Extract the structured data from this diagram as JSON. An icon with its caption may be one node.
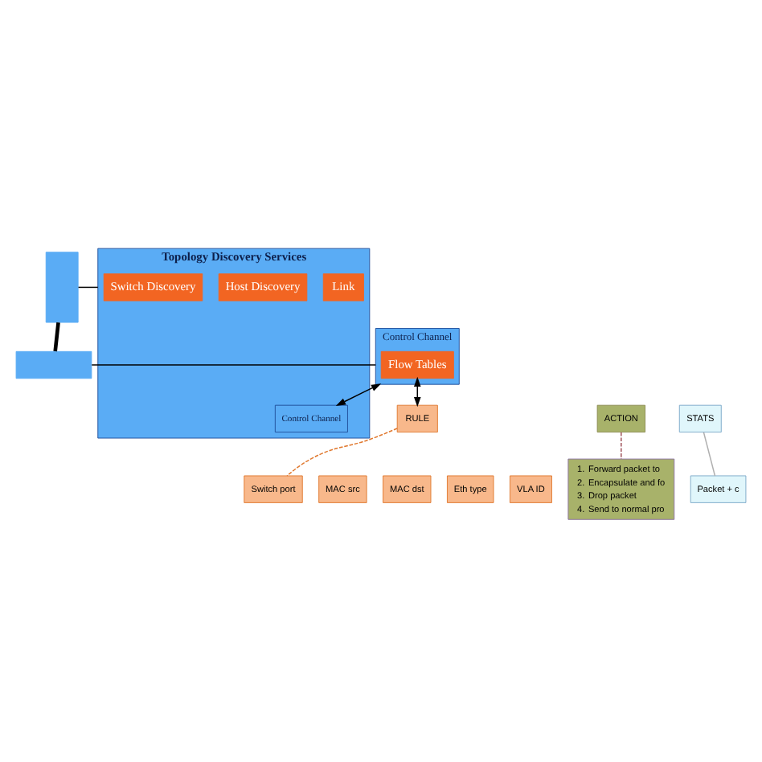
{
  "diagram": {
    "nodes": [
      {
        "text": [],
        "shape": "box"
      },
      {
        "text": [
          "Topology Discovery Services"
        ]
      },
      {
        "text": [
          "Switch Discovery"
        ],
        "in": 1
      },
      {
        "text": [
          "Host Discovery"
        ],
        "in": 1
      },
      {
        "text": [
          "Link"
        ],
        "in": 1
      },
      {
        "text": [
          "Control Channel"
        ],
        "in": 1
      },
      {
        "text": [],
        "shape": "box"
      },
      {
        "text": [
          "Control Channel"
        ]
      },
      {
        "text": [
          "Flow Tables"
        ],
        "in": 7
      },
      {
        "text": [
          "RULE"
        ]
      },
      {
        "text": [
          "ACTION"
        ]
      },
      {
        "text": [
          "STATS"
        ]
      },
      {
        "text": [
          "Packet + c"
        ]
      },
      {
        "text": [
          "1.",
          "Forward packet to",
          "2.",
          "Encapsulate and fo",
          "3.",
          "Drop packet",
          "4.",
          "Send to normal pro"
        ]
      },
      {
        "text": [
          "Switch port"
        ]
      },
      {
        "text": [
          "MAC src"
        ]
      },
      {
        "text": [
          "MAC dst"
        ]
      },
      {
        "text": [
          "Eth type"
        ]
      },
      {
        "text": [
          "VLA ID"
        ]
      }
    ],
    "edges": [
      {
        "from": 0,
        "to": 1,
        "arrow": "none"
      },
      {
        "from": 0,
        "to": 6,
        "arrow": "none",
        "style": "thick"
      },
      {
        "from": 6,
        "to": 7,
        "arrow": "none"
      },
      {
        "from": 7,
        "to": 5,
        "arrow": "both"
      },
      {
        "from": 8,
        "to": 9,
        "arrow": "both"
      },
      {
        "from": 9,
        "to": 14,
        "arrow": "none",
        "style": "dashed",
        "color": "#e0782e"
      },
      {
        "from": 10,
        "to": 13,
        "arrow": "none",
        "style": "dashed",
        "color": "#a0525a"
      },
      {
        "from": 11,
        "to": 12,
        "arrow": "none",
        "color": "#b0b0b0"
      }
    ]
  }
}
